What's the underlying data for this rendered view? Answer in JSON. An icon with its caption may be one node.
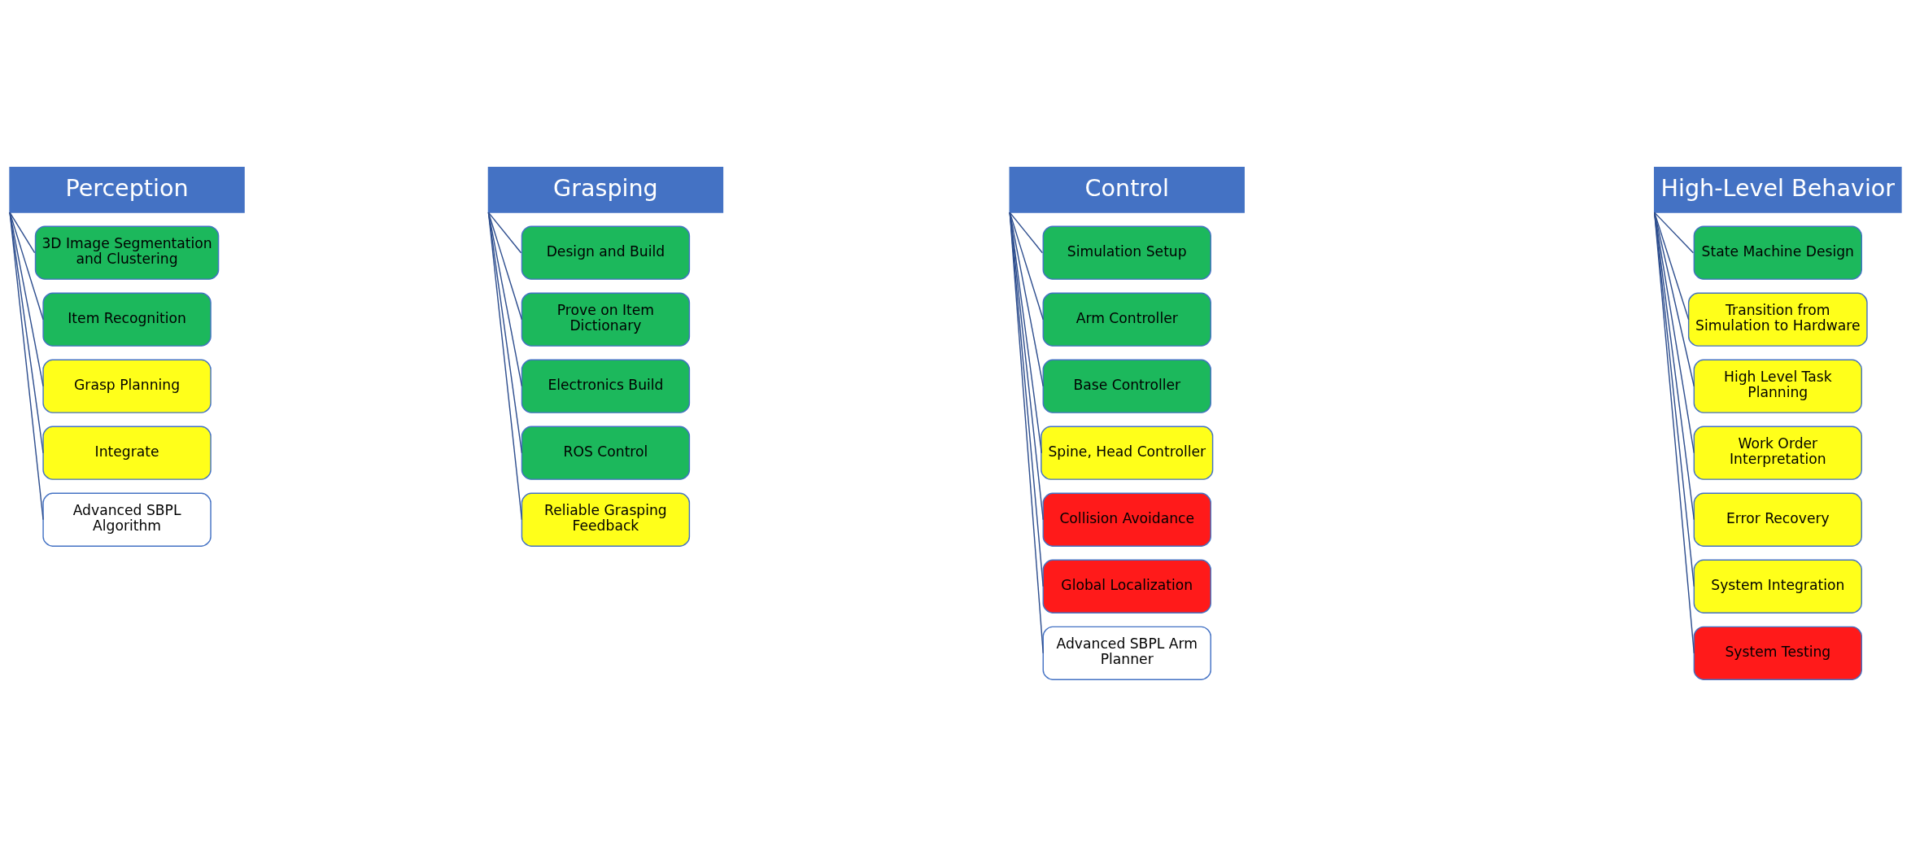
{
  "diagram": {
    "nodes": [
      {
        "text": [
          "Perception"
        ]
      },
      {
        "text": [
          "3D Image Segmentation and Clustering"
        ]
      },
      {
        "text": [
          "Item Recognition"
        ]
      },
      {
        "text": [
          "Grasp Planning"
        ]
      },
      {
        "text": [
          "Integrate"
        ]
      },
      {
        "text": [
          "Advanced SBPL Algorithm"
        ]
      },
      {
        "text": [
          "Grasping"
        ]
      },
      {
        "text": [
          "Design and Build"
        ]
      },
      {
        "text": [
          "Prove on Item Dictionary"
        ]
      },
      {
        "text": [
          "Electronics Build"
        ]
      },
      {
        "text": [
          "ROS Control"
        ]
      },
      {
        "text": [
          "Reliable Grasping Feedback"
        ]
      },
      {
        "text": [
          "Control"
        ]
      },
      {
        "text": [
          "Simulation Setup"
        ]
      },
      {
        "text": [
          "Arm Controller"
        ]
      },
      {
        "text": [
          "Base Controller"
        ]
      },
      {
        "text": [
          "Spine, Head Controller"
        ]
      },
      {
        "text": [
          "Collision Avoidance"
        ]
      },
      {
        "text": [
          "Global Localization"
        ]
      },
      {
        "text": [
          "Advanced SBPL Arm Planner"
        ]
      },
      {
        "text": [
          "High-Level Behavior"
        ]
      },
      {
        "text": [
          "State Machine Design"
        ]
      },
      {
        "text": [
          "Transition from Simulation to Hardware"
        ]
      },
      {
        "text": [
          "High Level Task Planning"
        ]
      },
      {
        "text": [
          "Work Order Interpretation"
        ]
      },
      {
        "text": [
          "Error Recovery"
        ]
      },
      {
        "text": [
          "System Integration"
        ]
      },
      {
        "text": [
          "System Testing"
        ]
      }
    ],
    "edges": [
      {
        "from": 0,
        "to": 1,
        "arrow": "none"
      },
      {
        "from": 0,
        "to": 2,
        "arrow": "none"
      },
      {
        "from": 0,
        "to": 3,
        "arrow": "none"
      },
      {
        "from": 0,
        "to": 4,
        "arrow": "none"
      },
      {
        "from": 0,
        "to": 5,
        "arrow": "none"
      },
      {
        "from": 6,
        "to": 7,
        "arrow": "none"
      },
      {
        "from": 6,
        "to": 8,
        "arrow": "none"
      },
      {
        "from": 6,
        "to": 9,
        "arrow": "none"
      },
      {
        "from": 6,
        "to": 10,
        "arrow": "none"
      },
      {
        "from": 6,
        "to": 11,
        "arrow": "none"
      },
      {
        "from": 12,
        "to": 13,
        "arrow": "none"
      },
      {
        "from": 12,
        "to": 14,
        "arrow": "none"
      },
      {
        "from": 12,
        "to": 15,
        "arrow": "none"
      },
      {
        "from": 12,
        "to": 16,
        "arrow": "none"
      },
      {
        "from": 12,
        "to": 17,
        "arrow": "none"
      },
      {
        "from": 12,
        "to": 18,
        "arrow": "none"
      },
      {
        "from": 12,
        "to": 19,
        "arrow": "none"
      },
      {
        "from": 20,
        "to": 21,
        "arrow": "none"
      },
      {
        "from": 20,
        "to": 22,
        "arrow": "none"
      },
      {
        "from": 20,
        "to": 23,
        "arrow": "none"
      },
      {
        "from": 20,
        "to": 24,
        "arrow": "none"
      },
      {
        "from": 20,
        "to": 25,
        "arrow": "none"
      },
      {
        "from": 20,
        "to": 26,
        "arrow": "none"
      },
      {
        "from": 20,
        "to": 27,
        "arrow": "none"
      }
    ]
  }
}
